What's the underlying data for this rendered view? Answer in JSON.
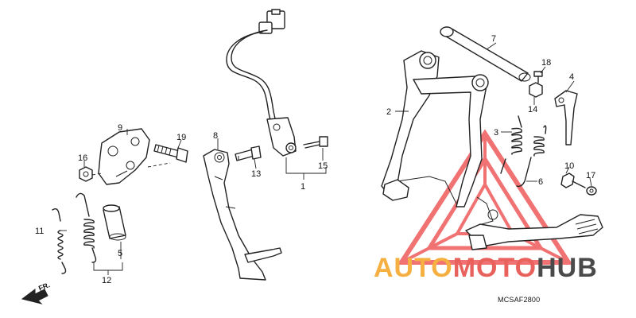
{
  "diagram": {
    "code": "MCSAF2800",
    "direction_label": "FR.",
    "callouts": {
      "c1": "1",
      "c2": "2",
      "c3": "3",
      "c4": "4",
      "c5": "5",
      "c6": "6",
      "c7": "7",
      "c8": "8",
      "c9": "9",
      "c10": "10",
      "c11": "11",
      "c12": "12",
      "c13": "13",
      "c14": "14",
      "c15": "15",
      "c16": "16",
      "c17": "17",
      "c18": "18",
      "c19": "19"
    }
  },
  "watermark": {
    "word_1": "AUTO",
    "word_2": "MOTO",
    "word_3": "HUB",
    "color_1": "#f5b041",
    "color_2": "#e8615c",
    "color_3": "#4a4a4a",
    "triangle_color": "#ee5a5a"
  }
}
